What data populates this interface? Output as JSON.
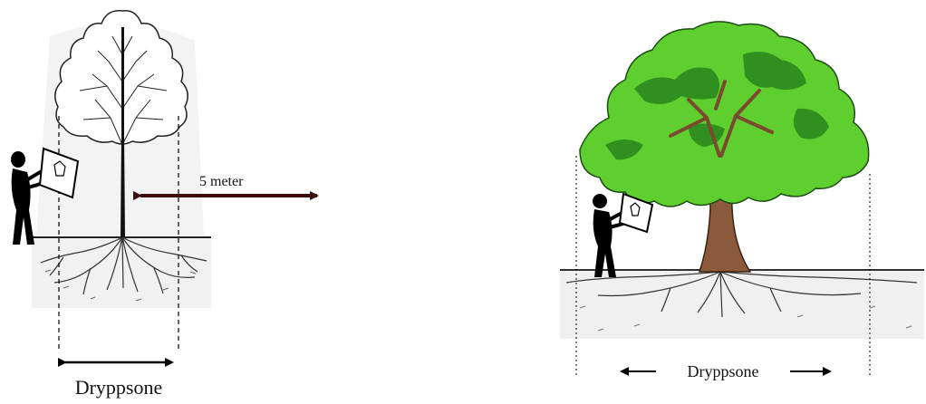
{
  "left_figure": {
    "distance_label": "5 meter",
    "dripline_label": "Dryppsone"
  },
  "right_figure": {
    "dripline_label": "Dryppsone"
  },
  "colors": {
    "arrow_dark": "#3b0d0d",
    "foliage_light": "#5fcf2f",
    "foliage_dark": "#2f8f1f",
    "trunk": "#8a5a3a",
    "soil_shade": "#e9e9e9"
  }
}
